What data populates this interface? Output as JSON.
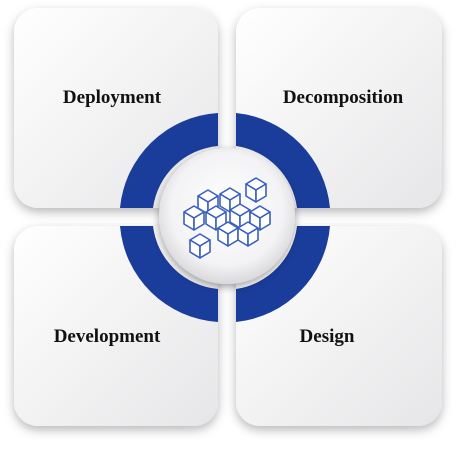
{
  "diagram": {
    "quadrants": [
      {
        "id": "top-left",
        "label": "Deployment"
      },
      {
        "id": "top-right",
        "label": "Decomposition"
      },
      {
        "id": "bottom-left",
        "label": "Development"
      },
      {
        "id": "bottom-right",
        "label": "Design"
      }
    ],
    "center_icon": "cubes-icon",
    "colors": {
      "ring": "#1a3c9a",
      "tile_light": "#ffffff",
      "tile_dark": "#e9e9eb",
      "icon_stroke": "#3a5fc0",
      "label": "#111111"
    }
  }
}
